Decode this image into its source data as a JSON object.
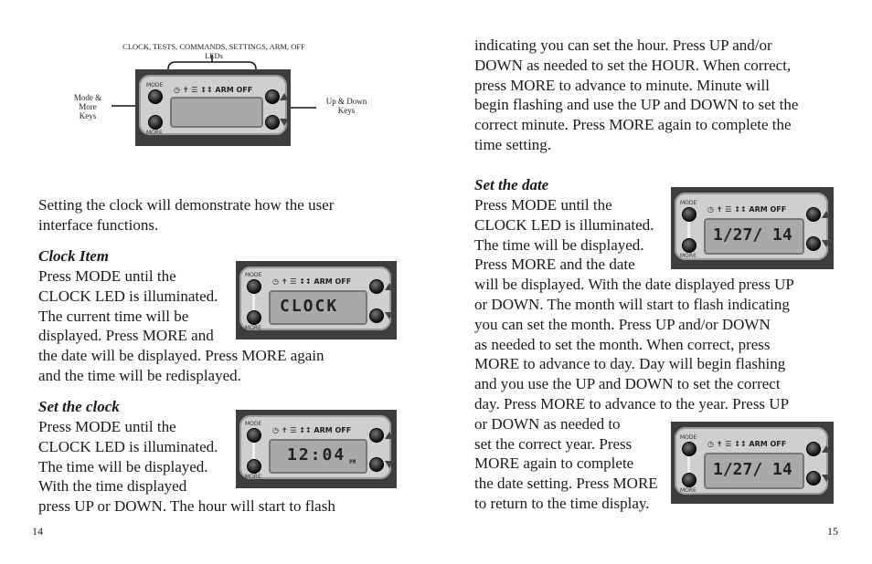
{
  "diagram": {
    "leds_label": "CLOCK, TESTS, COMMANDS, SETTINGS, ARM, OFF",
    "leds_label_2": "LEDs",
    "mode_more_label": [
      "Mode &",
      "More",
      "Keys"
    ],
    "updown_label": [
      "Up & Down",
      "Keys"
    ]
  },
  "panel": {
    "mode_key": "MODE",
    "more_key": "MORE",
    "led_icons": "◷ ✝ ☰ ↕↕ ARM OFF",
    "led_arm": "ARM",
    "led_off": "OFF"
  },
  "left": {
    "intro": "Setting the clock will demonstrate how the user interface functions.",
    "clock_item": {
      "heading": "Clock Item",
      "lines": [
        "Press MODE until the",
        "CLOCK LED is illuminated.",
        "The current time will be",
        "displayed. Press MORE and",
        "the date will be displayed. Press MORE again",
        "and the time will be redisplayed."
      ],
      "lcd": "CLOCK"
    },
    "set_clock": {
      "heading": "Set the clock",
      "lines": [
        "Press MODE until the",
        "CLOCK LED is illuminated.",
        "The time will be displayed.",
        "With the time displayed",
        "press UP or DOWN. The hour will start to flash"
      ],
      "lcd": "12:04",
      "lcd_suffix": "PM"
    },
    "page_number": "14"
  },
  "right": {
    "cont_lines": [
      "indicating you can set the hour. Press UP and/or",
      "DOWN as needed to set the HOUR. When correct,",
      "press MORE to advance to minute. Minute will",
      "begin flashing and use the UP and DOWN to set the",
      "correct minute. Press MORE again to complete the",
      "time setting."
    ],
    "set_date": {
      "heading": "Set the date",
      "lines": [
        "Press MODE until the",
        "CLOCK LED is illuminated.",
        "The time will be displayed.",
        "Press MORE and the date",
        "will be displayed. With the date displayed press UP",
        "or DOWN. The month will start to flash indicating",
        "you can set the month. Press UP and/or DOWN",
        "as needed to set the month. When correct, press",
        "MORE to advance to day. Day will begin flashing",
        "and you use the UP and DOWN to set the correct",
        "day. Press MORE to advance to the year. Press UP",
        "or DOWN as needed to",
        "set the correct year. Press",
        "MORE again to complete",
        "the date setting. Press MORE",
        "to return to the time display."
      ],
      "lcd1": "1/27/ 14",
      "lcd2": "1/27/ 14"
    },
    "page_number": "15"
  }
}
